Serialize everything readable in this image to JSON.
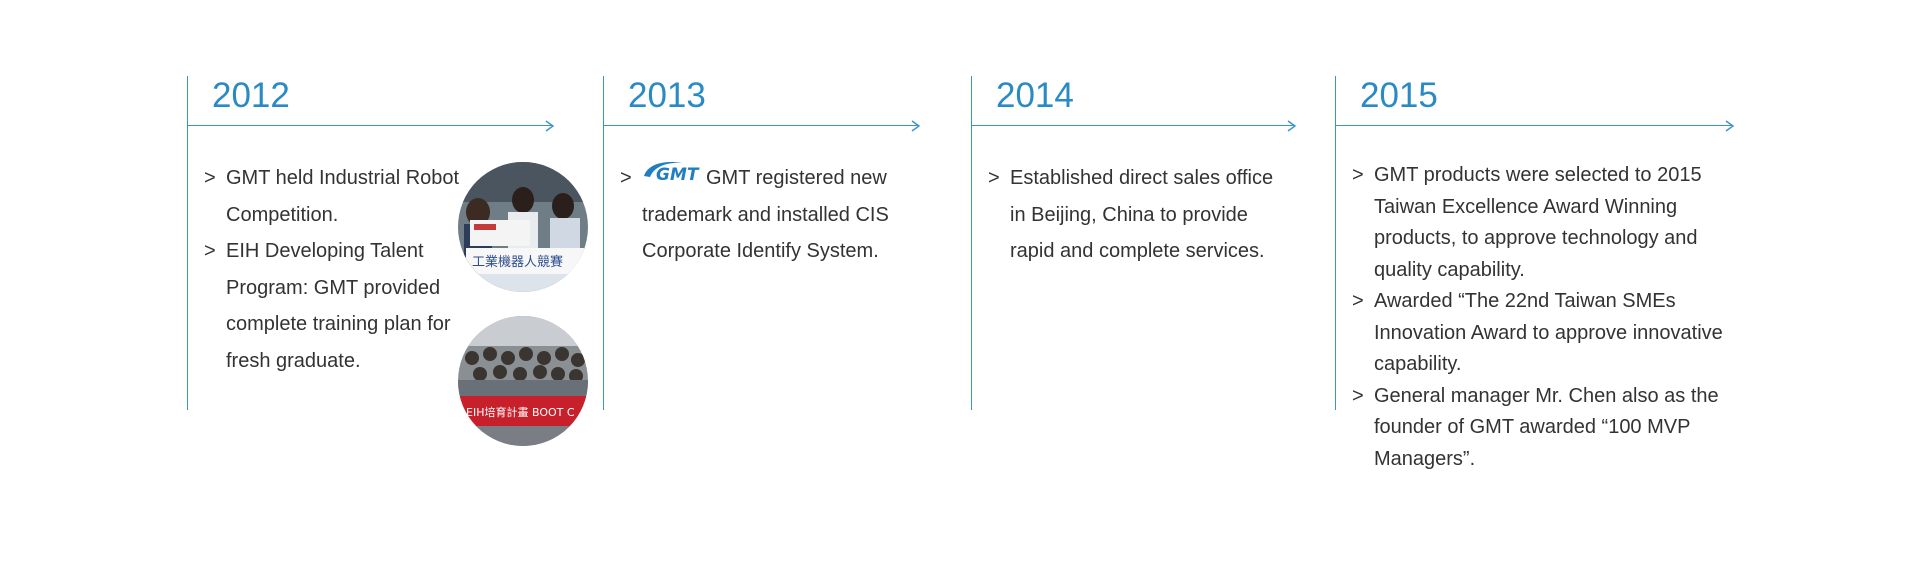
{
  "colors": {
    "accent": "#2a8ac4",
    "line": "#3a93c6",
    "text": "#333333"
  },
  "timeline": [
    {
      "year": "2012",
      "items": [
        "GMT held Industrial Robot Competition.",
        "EIH Developing Talent Program: GMT provided complete training plan for fresh graduate."
      ],
      "photos": [
        {
          "icon": "robot-competition-photo",
          "banner_text": "工業機器人競賽"
        },
        {
          "icon": "eih-bootcamp-photo",
          "banner_text": "EIH培育計畫 BOOT C"
        }
      ]
    },
    {
      "year": "2013",
      "logo_text": "GMT",
      "items": [
        "GMT registered new trademark and installed CIS Corporate Identify System."
      ]
    },
    {
      "year": "2014",
      "items": [
        "Established direct sales office in Beijing, China to provide rapid and complete services."
      ]
    },
    {
      "year": "2015",
      "items": [
        "GMT products were selected to 2015 Taiwan Excellence Award Winning products, to approve technology and quality capability.",
        "Awarded “The 22nd Taiwan SMEs Innovation Award to approve innovative capability.",
        "General manager Mr. Chen also as the founder of GMT awarded “100 MVP Managers”."
      ]
    }
  ],
  "bullet_marker": ">"
}
